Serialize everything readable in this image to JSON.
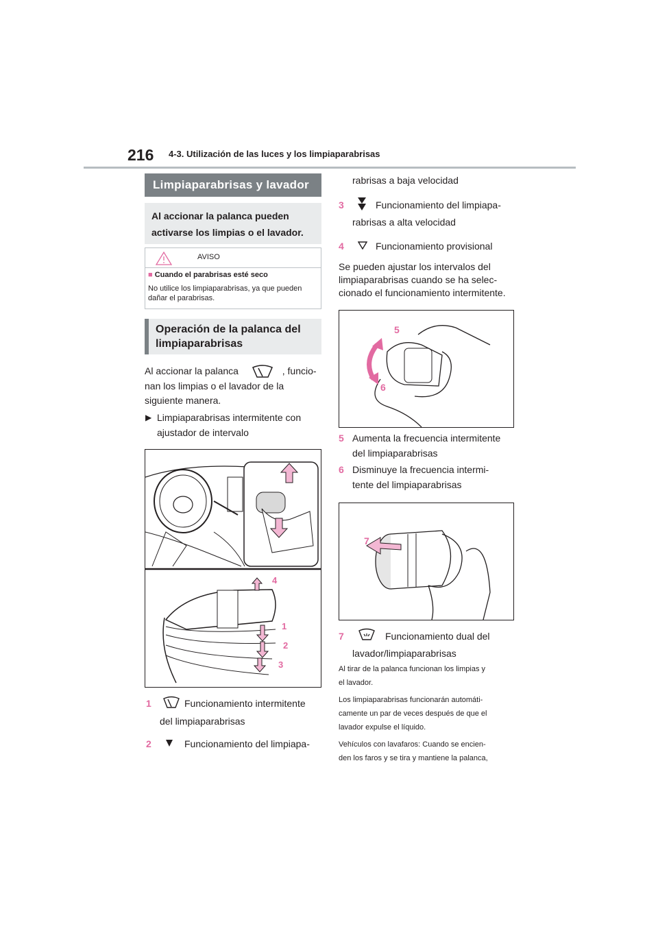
{
  "header": {
    "page_number": "216",
    "chapter": "4-3. Utilización de las luces y los limpiaparabrisas"
  },
  "section1": {
    "title": "Limpiaparabrisas y lavador",
    "intro": "Al accionar la palanca pueden activarse los limpias o el lavador."
  },
  "warning": {
    "label": "AVISO",
    "subtitle": "Cuando el parabrisas esté seco",
    "text": "No utilice los limpiaparabrisas, ya que pueden dañar el parabrisas."
  },
  "section2": {
    "title": "Operación de la palanca del limpiaparabrisas"
  },
  "para1": {
    "line1a": "Al accionar la palanca",
    "line1b": ", funcio-",
    "line2": "nan los limpias o el lavador de la",
    "line3": "siguiente manera."
  },
  "bullet": {
    "line1": "Limpiaparabrisas intermitente con",
    "line2": "ajustador de intervalo"
  },
  "figure1": {
    "labels": [
      "4",
      "1",
      "2",
      "3"
    ]
  },
  "items": [
    {
      "num": "1",
      "line1": "Funcionamiento intermitente",
      "line2": "del limpiaparabrisas"
    },
    {
      "num": "2",
      "line1": "Funcionamiento del limpiapa-",
      "line2": "rabrisas a baja velocidad"
    },
    {
      "num": "3",
      "line1": "Funcionamiento del limpiapa-",
      "line2": "rabrisas a alta velocidad"
    },
    {
      "num": "4",
      "line1": "Funcionamiento provisional"
    }
  ],
  "para2": {
    "line1": "Se pueden ajustar los intervalos del",
    "line2": "limpiaparabrisas cuando se ha selec-",
    "line3": "cionado el funcionamiento intermitente."
  },
  "figure2": {
    "labels": [
      "5",
      "6"
    ]
  },
  "items2": [
    {
      "num": "5",
      "line1": "Aumenta la frecuencia intermitente",
      "line2": "del limpiaparabrisas"
    },
    {
      "num": "6",
      "line1": "Disminuye la frecuencia intermi-",
      "line2": "tente del limpiaparabrisas"
    }
  ],
  "figure3": {
    "labels": [
      "7"
    ]
  },
  "item7": {
    "num": "7",
    "line1": "Funcionamiento dual del",
    "line2": "lavador/limpiaparabrisas"
  },
  "notes": [
    "Al tirar de la palanca funcionan los limpias y",
    "el lavador.",
    "Los limpiaparabrisas funcionarán automáti-",
    "camente un par de veces después de que el",
    "lavador expulse el líquido.",
    "Vehículos con lavafaros: Cuando se encien-",
    "den los faros y se tira y mantiene la palanca,"
  ],
  "colors": {
    "accent": "#e26aa1",
    "header_dark": "#7b8185",
    "box_light": "#e9ebec"
  }
}
